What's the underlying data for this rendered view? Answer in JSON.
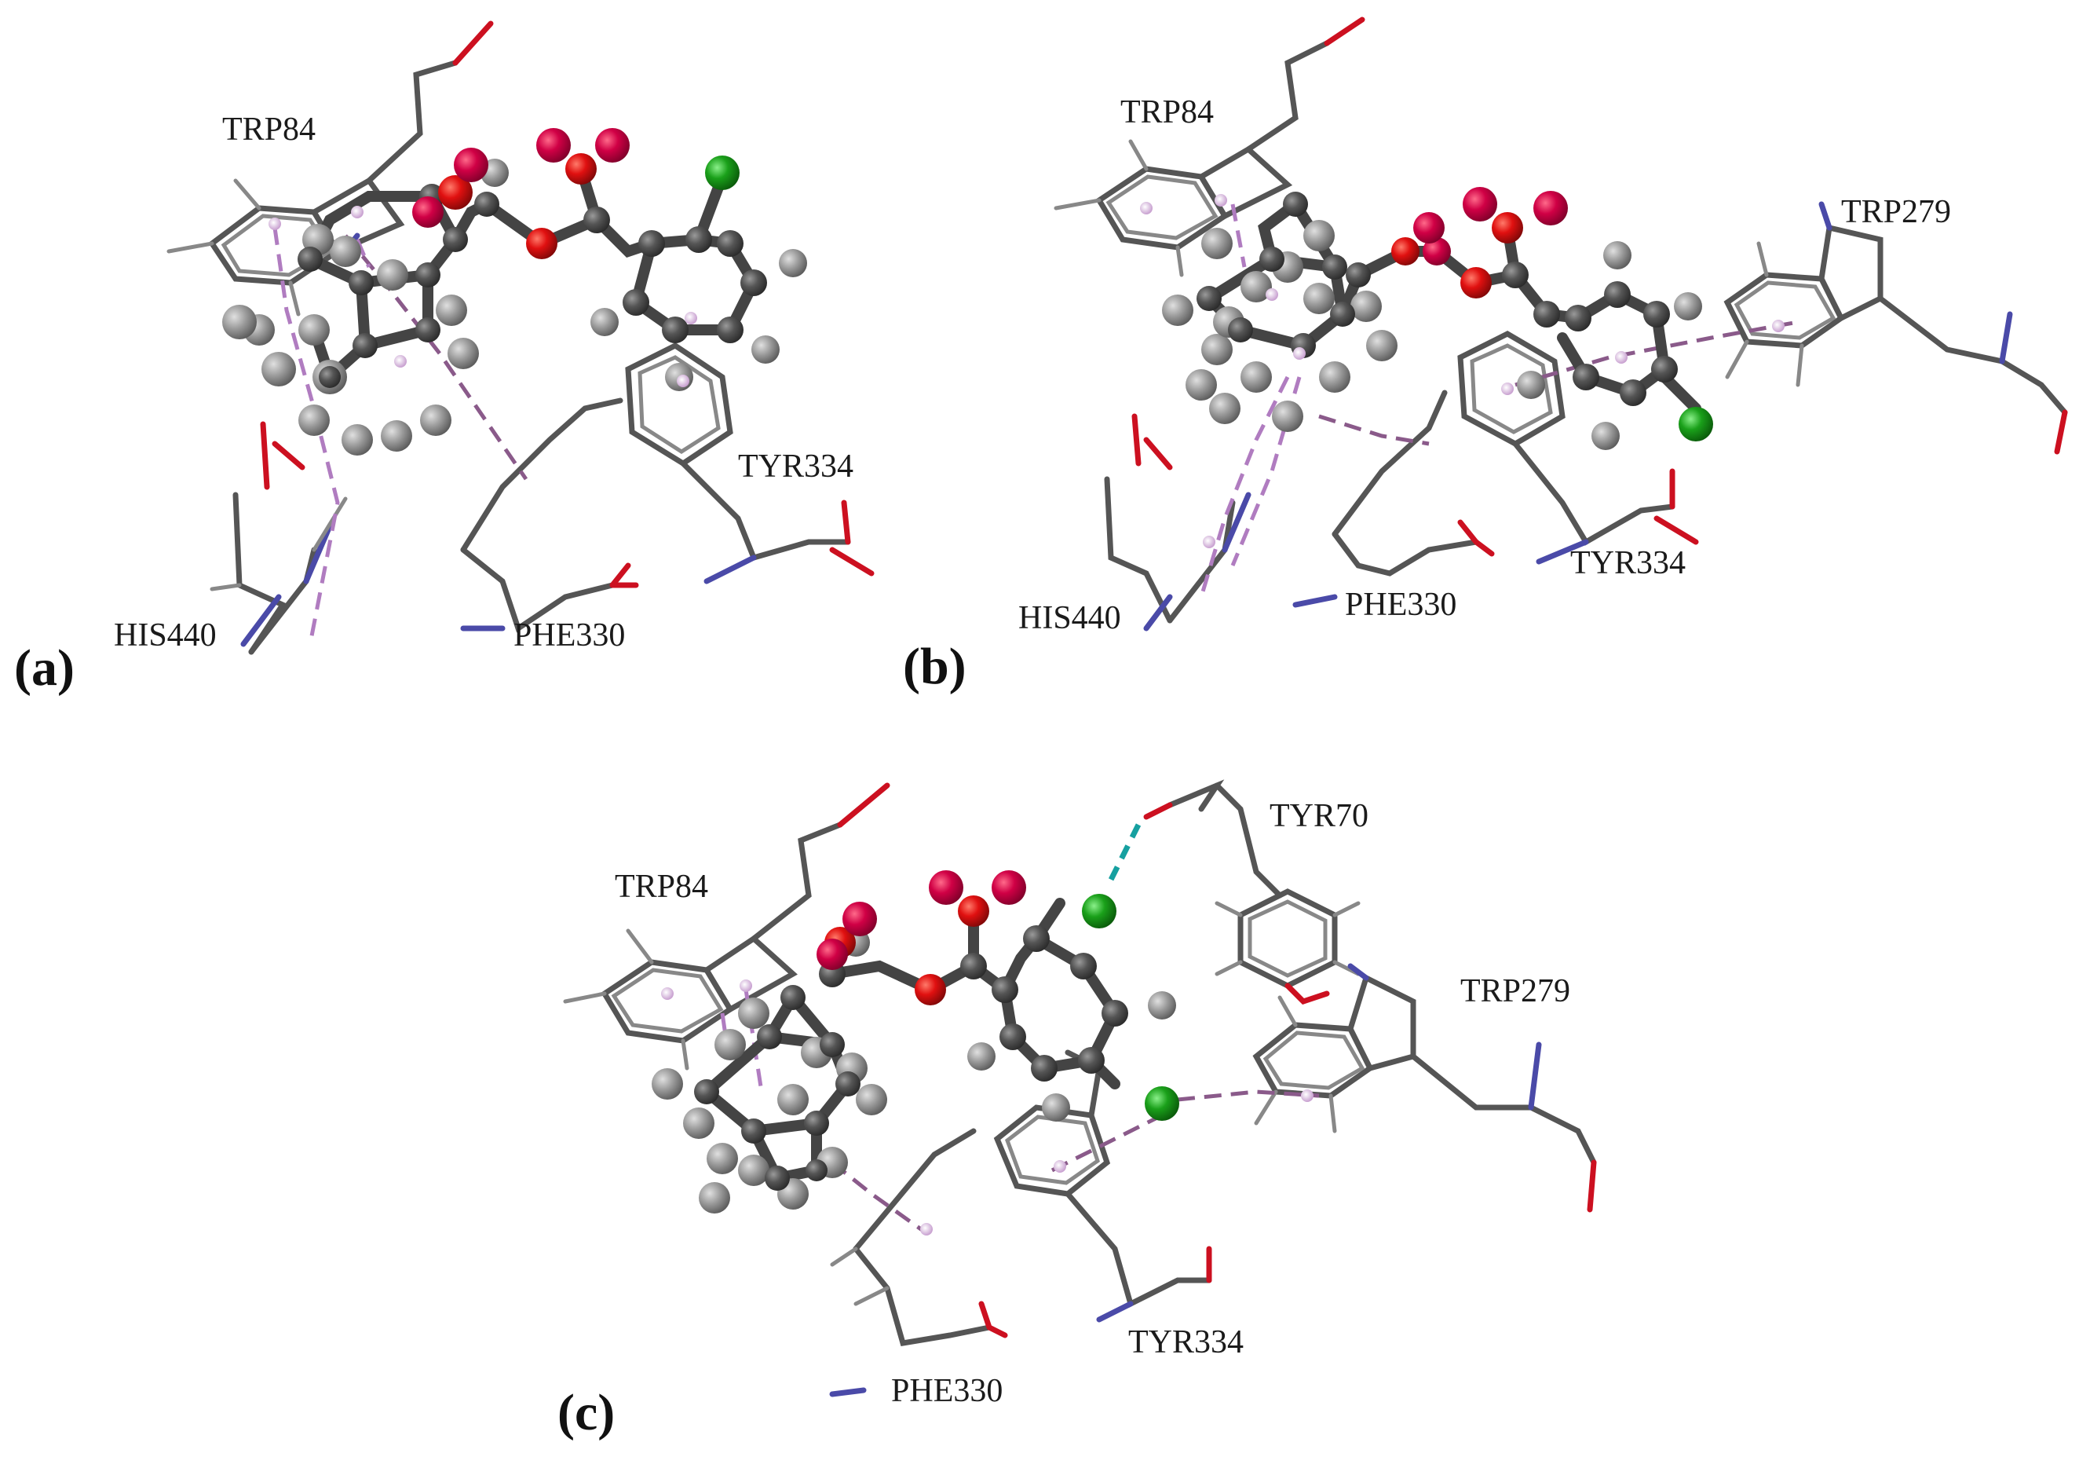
{
  "panels": [
    {
      "id": "a",
      "panel_label": "(a)",
      "residues": [
        "TRP84",
        "HIS440",
        "PHE330",
        "TYR334"
      ]
    },
    {
      "id": "b",
      "panel_label": "(b)",
      "residues": [
        "TRP84",
        "TRP279",
        "HIS440",
        "PHE330",
        "TYR334"
      ]
    },
    {
      "id": "c",
      "panel_label": "(c)",
      "residues": [
        "TRP84",
        "TYR70",
        "TRP279",
        "PHE330",
        "TYR334"
      ]
    }
  ],
  "colors": {
    "carbon": "#4a4a4a",
    "hydrogen": "#8c8c8c",
    "oxygen_ligand": "#cc0033",
    "oxygen_ester": "#e01010",
    "chlorine": "#1a9a1a",
    "nitrogen": "#4a4aa8",
    "pi_interaction": "#b07cc0",
    "hydrogen_bond": "#16a0a0"
  }
}
